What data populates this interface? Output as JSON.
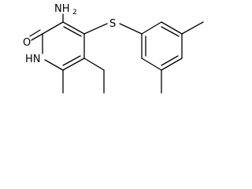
{
  "molecule": {
    "atoms": {
      "amine_n": "NH",
      "amine_h_count": "2",
      "carbonyl_o": "O",
      "ring_nh": "HN",
      "sulfur": "S"
    }
  }
}
